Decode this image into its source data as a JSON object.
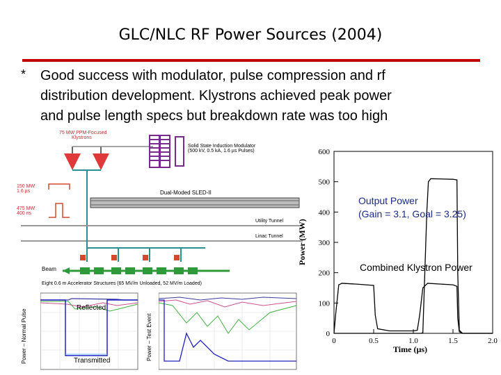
{
  "slide": {
    "title": "GLC/NLC RF Power Sources (2004)",
    "bullet_marker": "*",
    "bullet_lines": [
      "Good success with modulator, pulse compression and rf",
      "distribution development.  Klystrons achieved peak power",
      "and pulse length specs but breakdown rate was too high"
    ]
  },
  "schematic": {
    "klystrons_label_1": "75 MW PPM-Focused",
    "klystrons_label_2": "Klystrons",
    "modulator_label_1": "Solid State Induction Modulator",
    "modulator_label_2": "(500 kV, 0.5 kA, 1.6 µs Pulses)",
    "pulse1_power": "150 MW",
    "pulse1_length": "1.6 µs",
    "pulse2_power": "475 MW",
    "pulse2_length": "400 ns",
    "sled_label": "Dual-Moded SLED-II",
    "utility_tunnel": "Utility Tunnel",
    "linac_tunnel": "Linac Tunnel",
    "beam_label": "Beam",
    "structures_label": "Eight 0.6 m Accelerator Structures (65 MV/m Unloaded, 52 MV/m Loaded)"
  },
  "scope_left": {
    "ylabel": "Power – Normal Pulse",
    "reflected": "Reflected",
    "transmitted": "Transmitted"
  },
  "scope_right": {
    "ylabel": "Power – Test Event"
  },
  "power_chart": {
    "ylabel": "Power (MW)",
    "xlabel": "Time (µs)",
    "y_ticks": [
      "600",
      "500",
      "400",
      "300",
      "200",
      "100",
      "0"
    ],
    "x_ticks": [
      "0",
      "0.5",
      "1.0",
      "1.5",
      "2.0"
    ],
    "output_label_1": "Output Power",
    "output_label_2": "(Gain = 3.1, Goal = 3.25)",
    "combined_label": "Combined Klystron Power"
  },
  "colors": {
    "rule": "#c00000",
    "klystron": "#e0393a",
    "modulator": "#7a2a8c",
    "waveguide": "#2a8f8f",
    "structure": "#2e9a3a",
    "load": "#d24a2a"
  }
}
